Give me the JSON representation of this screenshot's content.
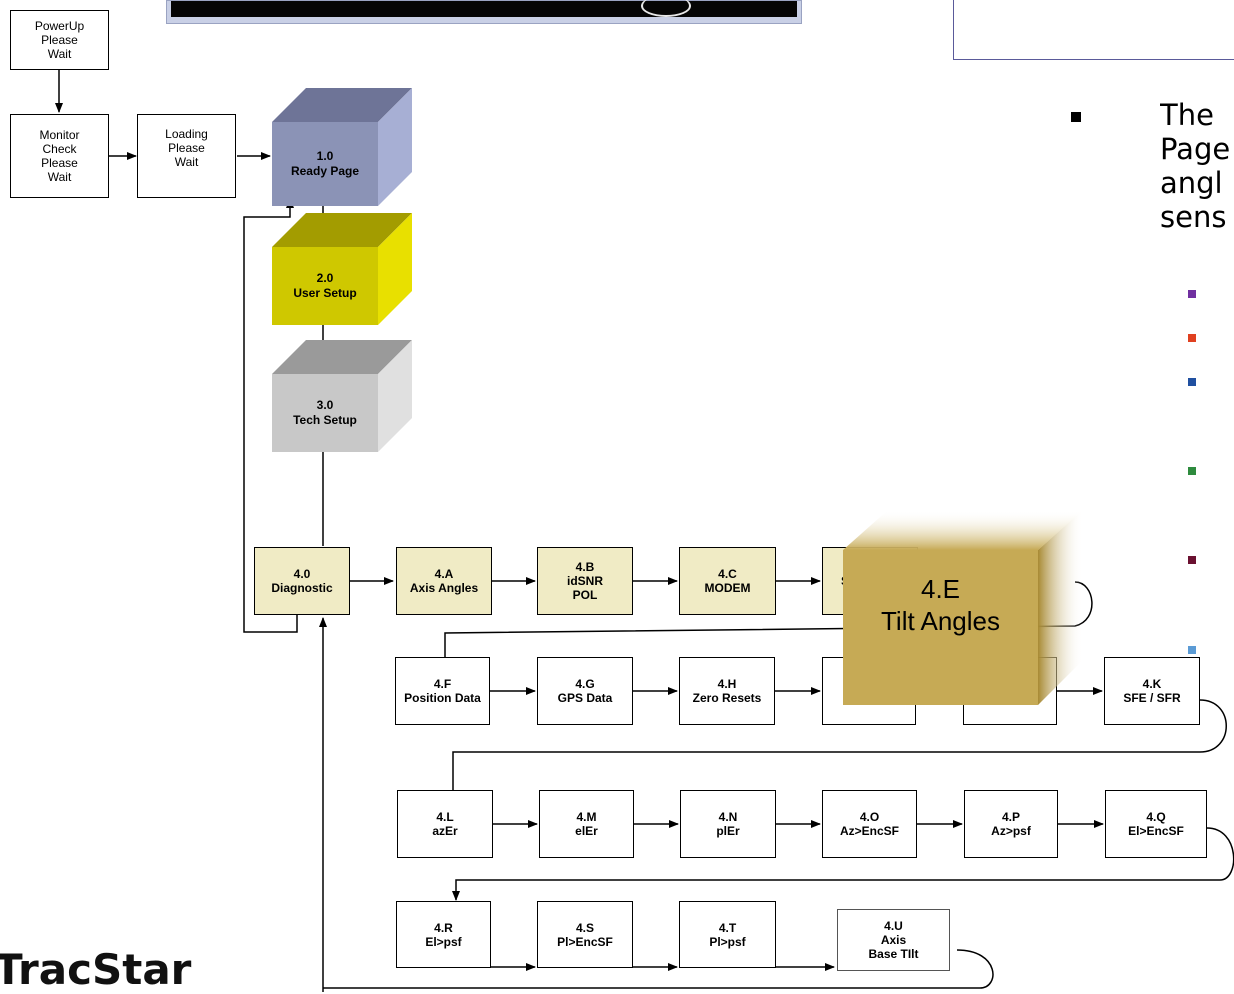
{
  "startup": {
    "powerup": [
      "PowerUp",
      "Please",
      "Wait"
    ],
    "monitor": [
      "Monitor",
      "Check",
      "Please",
      "Wait"
    ],
    "loading": [
      "Loading",
      "Please",
      "Wait"
    ]
  },
  "pages": {
    "ready": [
      "1.0",
      "Ready Page"
    ],
    "user": [
      "2.0",
      "User Setup"
    ],
    "tech": [
      "3.0",
      "Tech Setup"
    ]
  },
  "row1": [
    {
      "id": "diagnostic",
      "lines": [
        "4.0",
        "Diagnostic"
      ]
    },
    {
      "id": "axis-angles",
      "lines": [
        "4.A",
        "Axis Angles"
      ]
    },
    {
      "id": "idsnr-pol",
      "lines": [
        "4.B",
        "idSNR",
        "POL"
      ]
    },
    {
      "id": "modem",
      "lines": [
        "4.C",
        "MODEM"
      ]
    },
    {
      "id": "4d-partial",
      "lines": [
        "S"
      ]
    }
  ],
  "row2": [
    {
      "id": "position-data",
      "lines": [
        "4.F",
        "Position Data"
      ]
    },
    {
      "id": "gps-data",
      "lines": [
        "4.G",
        "GPS Data"
      ]
    },
    {
      "id": "zero-resets",
      "lines": [
        "4.H",
        "Zero Resets"
      ]
    },
    {
      "id": "4i-hidden",
      "lines": []
    },
    {
      "id": "4j-hidden",
      "lines": []
    },
    {
      "id": "sfe-sfr",
      "lines": [
        "4.K",
        "SFE / SFR"
      ]
    }
  ],
  "row3": [
    {
      "id": "azer",
      "lines": [
        "4.L",
        "azEr"
      ]
    },
    {
      "id": "eler",
      "lines": [
        "4.M",
        "elEr"
      ]
    },
    {
      "id": "pler",
      "lines": [
        "4.N",
        "plEr"
      ]
    },
    {
      "id": "az-encsf",
      "lines": [
        "4.O",
        "Az>EncSF"
      ]
    },
    {
      "id": "az-psf",
      "lines": [
        "4.P",
        "Az>psf"
      ]
    },
    {
      "id": "el-encsf",
      "lines": [
        "4.Q",
        "El>EncSF"
      ]
    }
  ],
  "row4": [
    {
      "id": "el-psf",
      "lines": [
        "4.R",
        "El>psf"
      ]
    },
    {
      "id": "pl-encsf",
      "lines": [
        "4.S",
        "Pl>EncSF"
      ]
    },
    {
      "id": "pl-psf",
      "lines": [
        "4.T",
        "Pl>psf"
      ]
    },
    {
      "id": "axis-base-tilt",
      "lines": [
        "4.U",
        "Axis",
        "Base TIlt"
      ]
    }
  ],
  "highlight": [
    "4.E",
    "Tilt Angles"
  ],
  "side_text": {
    "line1": "The",
    "line2": "Page",
    "line3": "angl",
    "line4": "sens"
  },
  "logo": "TracStar",
  "colors": {
    "ready": "#8b93b6",
    "user": "#d6d000",
    "tech": "#c8c8c8",
    "tan": "#f0ebc5",
    "highlight": "#c6aa55"
  }
}
